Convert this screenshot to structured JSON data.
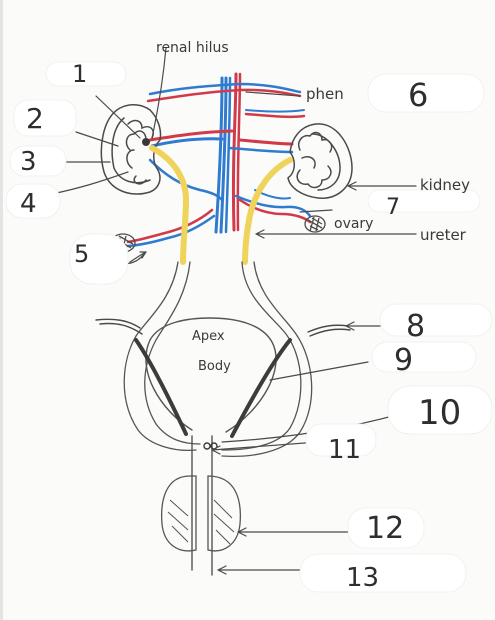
{
  "labels": {
    "renal_hilus": "renal hilus",
    "phen": "phen",
    "kidney": "kidney",
    "ovary": "ovary",
    "ureter": "ureter",
    "apex": "Apex",
    "body": "Body"
  },
  "numbers": {
    "n1": "1",
    "n2": "2",
    "n3": "3",
    "n4": "4",
    "n5": "5",
    "n6": "6",
    "n7": "7",
    "n8": "8",
    "n9": "9",
    "n10": "10",
    "n11": "11",
    "n12": "12",
    "n13": "13"
  },
  "colors": {
    "paper": "#ffffff",
    "ink": "#3a3a3a",
    "artery": "#d23a4a",
    "vein": "#2f7bd0",
    "ureter": "#efd35a",
    "correction_tape": "#ffffff"
  }
}
